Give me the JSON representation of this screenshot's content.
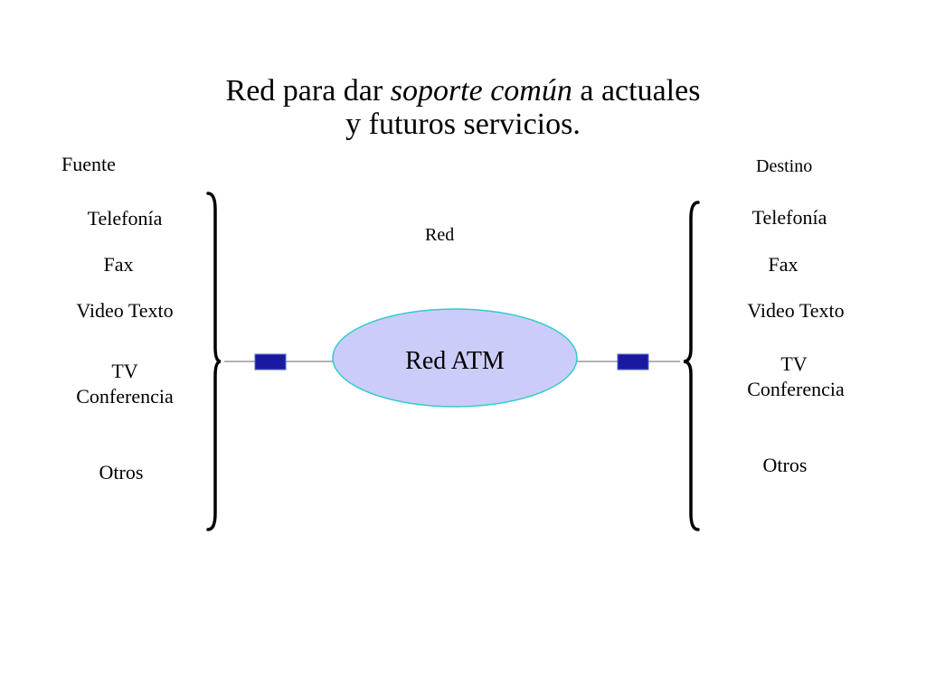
{
  "title": {
    "line1_part1": "Red  para dar ",
    "line1_emphasis": "soporte común",
    "line1_part2": " a actuales",
    "line2": "y futuros servicios."
  },
  "source": {
    "heading": "Fuente",
    "services": [
      "Telefonía",
      "Fax",
      "Video Texto",
      "TV",
      "Conferencia",
      "Otros"
    ]
  },
  "destination": {
    "heading": "Destino",
    "services": [
      "Telefonía",
      "Fax",
      "Video Texto",
      "TV",
      "Conferencia",
      "Otros"
    ]
  },
  "network": {
    "caption": "Red",
    "cloud_label": "Red  ATM"
  },
  "colors": {
    "cloud_fill": "#ccccf8",
    "cloud_stroke": "#33cccc",
    "connector_fill": "#1a1aa0",
    "link_line": "#999999"
  }
}
